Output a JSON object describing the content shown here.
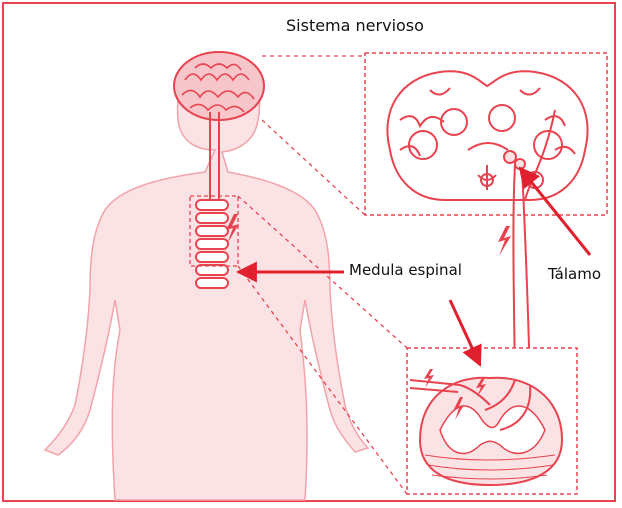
{
  "diagram": {
    "title": "Sistema nervioso",
    "labels": {
      "spinal_cord": "Medula espinal",
      "thalamus": "Tálamo"
    },
    "colors": {
      "line": "#e8434f",
      "fill": "#fbe3e5",
      "arrow": "#e0202e",
      "text": "#111111"
    },
    "icons": [
      "human-body",
      "brain",
      "spinal-column",
      "brain-cross-section",
      "spinal-cord-cross-section",
      "lightning-bolt"
    ]
  }
}
